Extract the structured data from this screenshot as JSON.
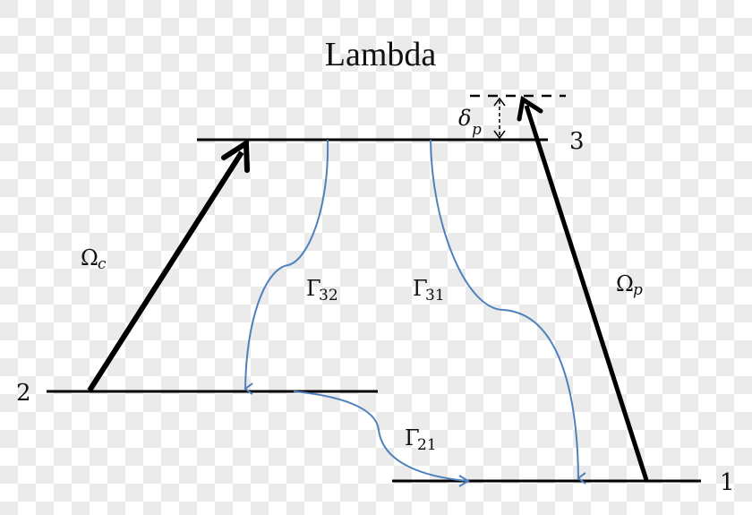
{
  "title": "Lambda",
  "levels": [
    {
      "id": "3",
      "label": "3"
    },
    {
      "id": "2",
      "label": "2"
    },
    {
      "id": "1",
      "label": "1"
    }
  ],
  "transitions": {
    "coupling": {
      "symbol": "Ω",
      "sub": "c"
    },
    "probe": {
      "symbol": "Ω",
      "sub": "p"
    },
    "detuning": {
      "symbol": "δ",
      "sub": "p"
    },
    "decay_32": {
      "symbol": "Γ",
      "sub": "32"
    },
    "decay_31": {
      "symbol": "Γ",
      "sub": "31"
    },
    "decay_21": {
      "symbol": "Γ",
      "sub": "21"
    }
  },
  "colors": {
    "level_line": "#000000",
    "laser_arrow": "#000000",
    "decay_arrow": "#4f81bd"
  }
}
